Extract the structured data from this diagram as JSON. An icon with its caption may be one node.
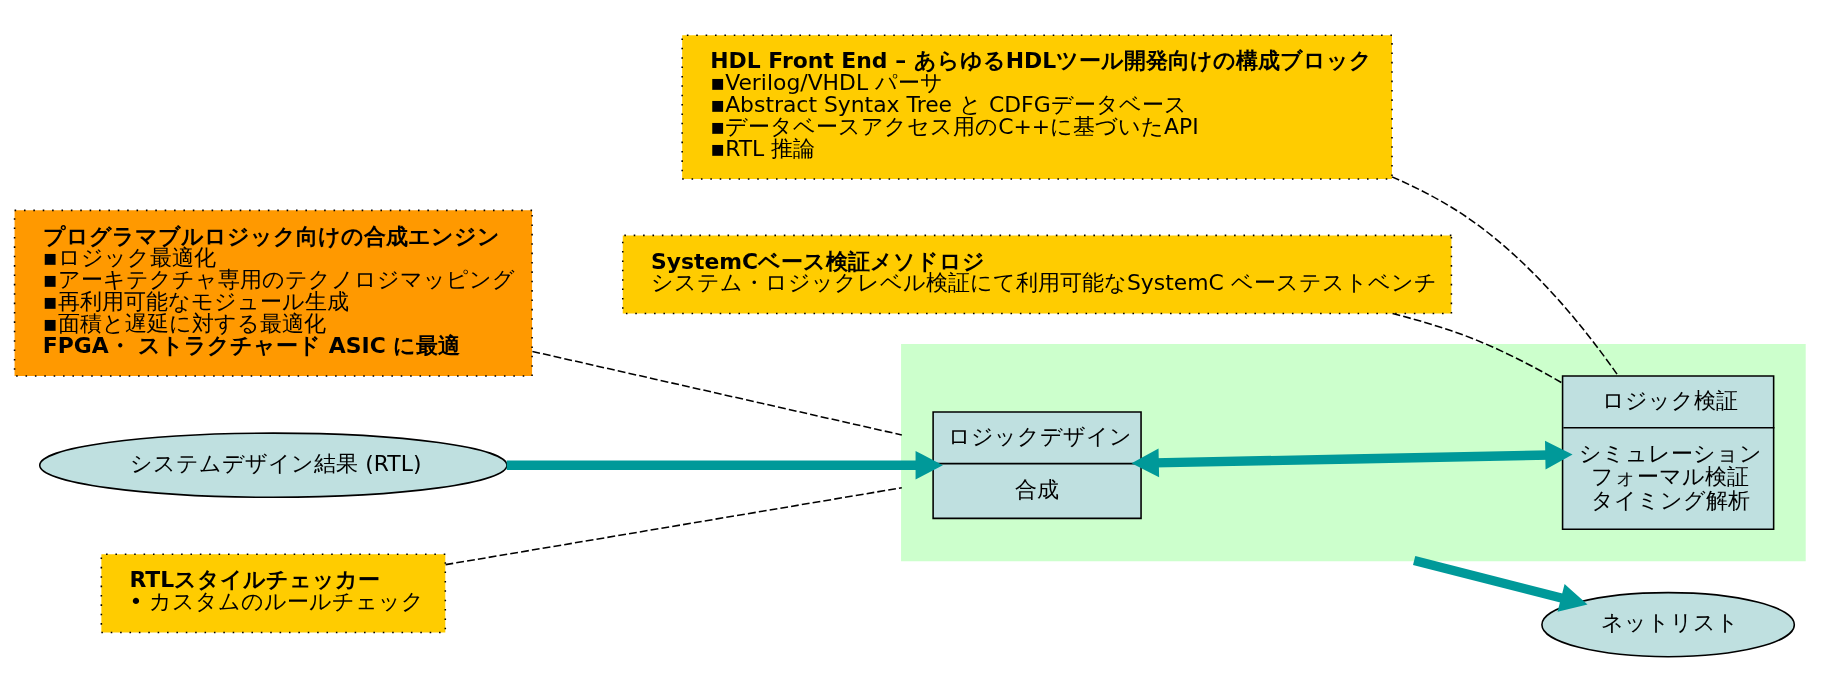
{
  "diagram": {
    "nodes": [
      {
        "text": [
          "プログラマブルロジック向けの合成エンジン",
          "▪ロジック最適化",
          "▪アーキテクチャ専用のテクノロジマッピング",
          "▪再利用可能なモジュール生成",
          "▪面積と遅延に対する最適化",
          "FPGA・ ストラクチャード ASIC に最適"
        ]
      },
      {
        "text": [
          "HDL Front End – あらゆるHDLツール開発向けの構成ブロック",
          "▪Verilog/VHDL パーサ",
          "▪Abstract Syntax Tree と CDFGデータベース",
          "▪データベースアクセス用のC++に基づいたAPI",
          "▪RTL 推論"
        ]
      },
      {
        "text": [
          "ネットリスト"
        ]
      },
      {
        "text": [],
        "shape": "box"
      },
      {
        "text": [
          "ロジックデザイン",
          "合成"
        ],
        "in": 3
      },
      {
        "text": [
          "ロジック検証",
          "シミュレーション",
          "フォーマル検証",
          "タイミング解析"
        ],
        "in": 3
      },
      {
        "text": [
          "システムデザイン結果 (RTL)"
        ]
      },
      {
        "text": [
          "SystemCベース検証メソドロジ",
          "システム・ロジックレベル検証にて利用可能なSystemC ベーステストベンチ"
        ]
      },
      {
        "text": [
          "RTLスタイルチェッカー",
          "• カスタムのルールチェック"
        ]
      }
    ],
    "edges": [
      {
        "from": 6,
        "to": 4,
        "arrow": "to",
        "style": "thick",
        "color": "#009999"
      },
      {
        "from": 4,
        "to": 5,
        "arrow": "both",
        "style": "thick",
        "color": "#009999"
      },
      {
        "from": 3,
        "to": 2,
        "arrow": "to",
        "style": "thick",
        "color": "#009999"
      },
      {
        "from": 0,
        "to": 3,
        "arrow": "none",
        "style": "dashed"
      },
      {
        "from": 1,
        "to": 5,
        "arrow": "none",
        "style": "dashed"
      },
      {
        "from": 7,
        "to": 5,
        "arrow": "none",
        "style": "dashed"
      },
      {
        "from": 8,
        "to": 3,
        "arrow": "none",
        "style": "dashed"
      }
    ]
  }
}
